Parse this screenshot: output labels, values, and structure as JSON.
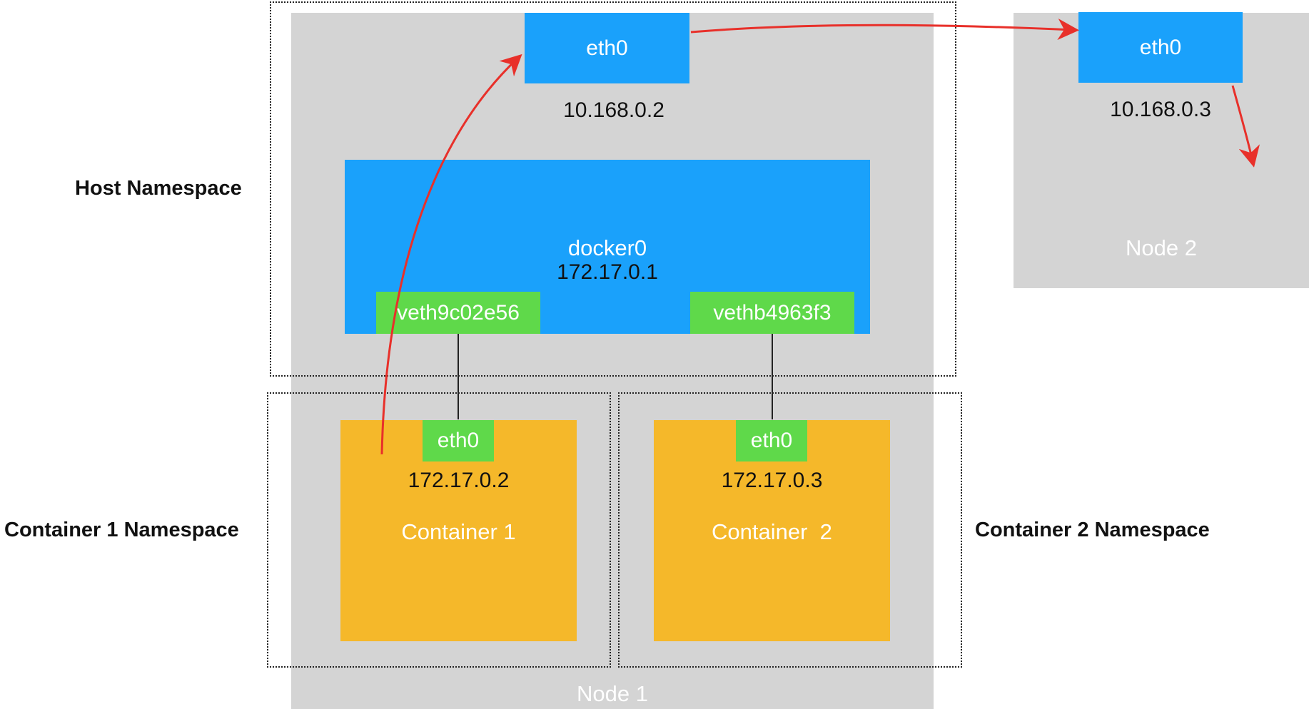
{
  "host_namespace": {
    "title": "Host Namespace"
  },
  "container1_namespace": {
    "title": "Container 1 Namespace"
  },
  "container2_namespace": {
    "title": "Container 2 Namespace"
  },
  "node1": {
    "label": "Node 1",
    "eth0": {
      "name": "eth0",
      "ip": "10.168.0.2"
    },
    "docker0": {
      "name": "docker0",
      "ip": "172.17.0.1"
    },
    "veth1": {
      "name": "veth9c02e56"
    },
    "veth2": {
      "name": "vethb4963f3"
    },
    "container1": {
      "label": "Container 1",
      "eth0": "eth0",
      "ip": "172.17.0.2"
    },
    "container2": {
      "label": "Container  2",
      "eth0": "eth0",
      "ip": "172.17.0.3"
    }
  },
  "node2": {
    "label": "Node 2",
    "eth0": {
      "name": "eth0",
      "ip": "10.168.0.3"
    }
  },
  "colors": {
    "interface_blue": "#1aa1fb",
    "veth_green": "#5fd94a",
    "container_yellow": "#f5b82a",
    "node_gray": "#d4d4d4",
    "flow_arrow_red": "#e8302a"
  }
}
